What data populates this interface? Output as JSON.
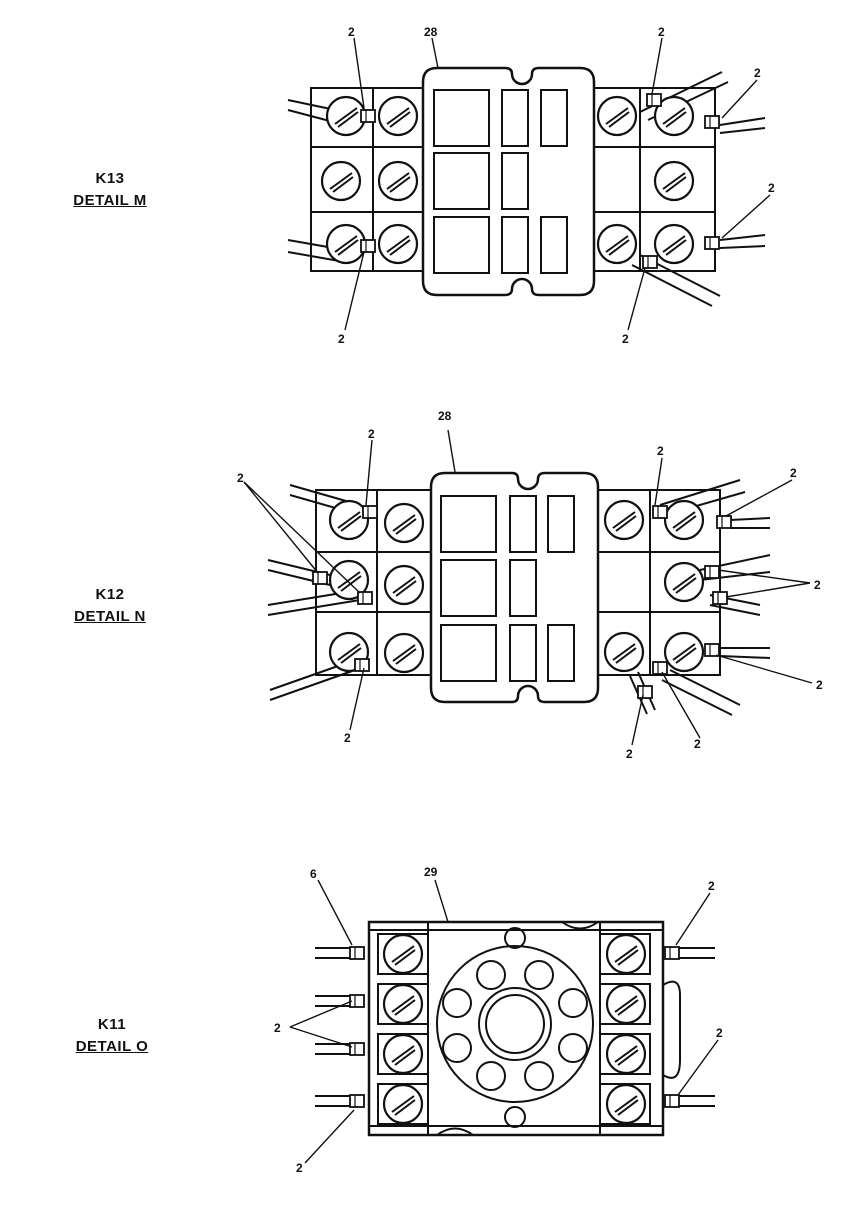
{
  "details": [
    {
      "id": "m",
      "relay": "K13",
      "name": "DETAIL M",
      "callouts": {
        "top_left": "2",
        "cover": "28",
        "top_right_inner": "2",
        "top_right_outer": "2",
        "mid_right": "2",
        "bottom_left": "2",
        "bottom_right": "2"
      }
    },
    {
      "id": "n",
      "relay": "K12",
      "name": "DETAIL N",
      "callouts": {
        "top_left": "2",
        "cover": "28",
        "left_group": "2",
        "top_right_inner": "2",
        "top_right_outer": "2",
        "right_group": "2",
        "bottom_right_outer": "2",
        "bottom_left": "2",
        "bottom_center_a": "2",
        "bottom_center_b": "2"
      }
    },
    {
      "id": "o",
      "relay": "K11",
      "name": "DETAIL O",
      "callouts": {
        "top_left": "6",
        "cover": "29",
        "top_right": "2",
        "left_group": "2",
        "mid_right": "2",
        "bottom_left": "2"
      }
    }
  ]
}
